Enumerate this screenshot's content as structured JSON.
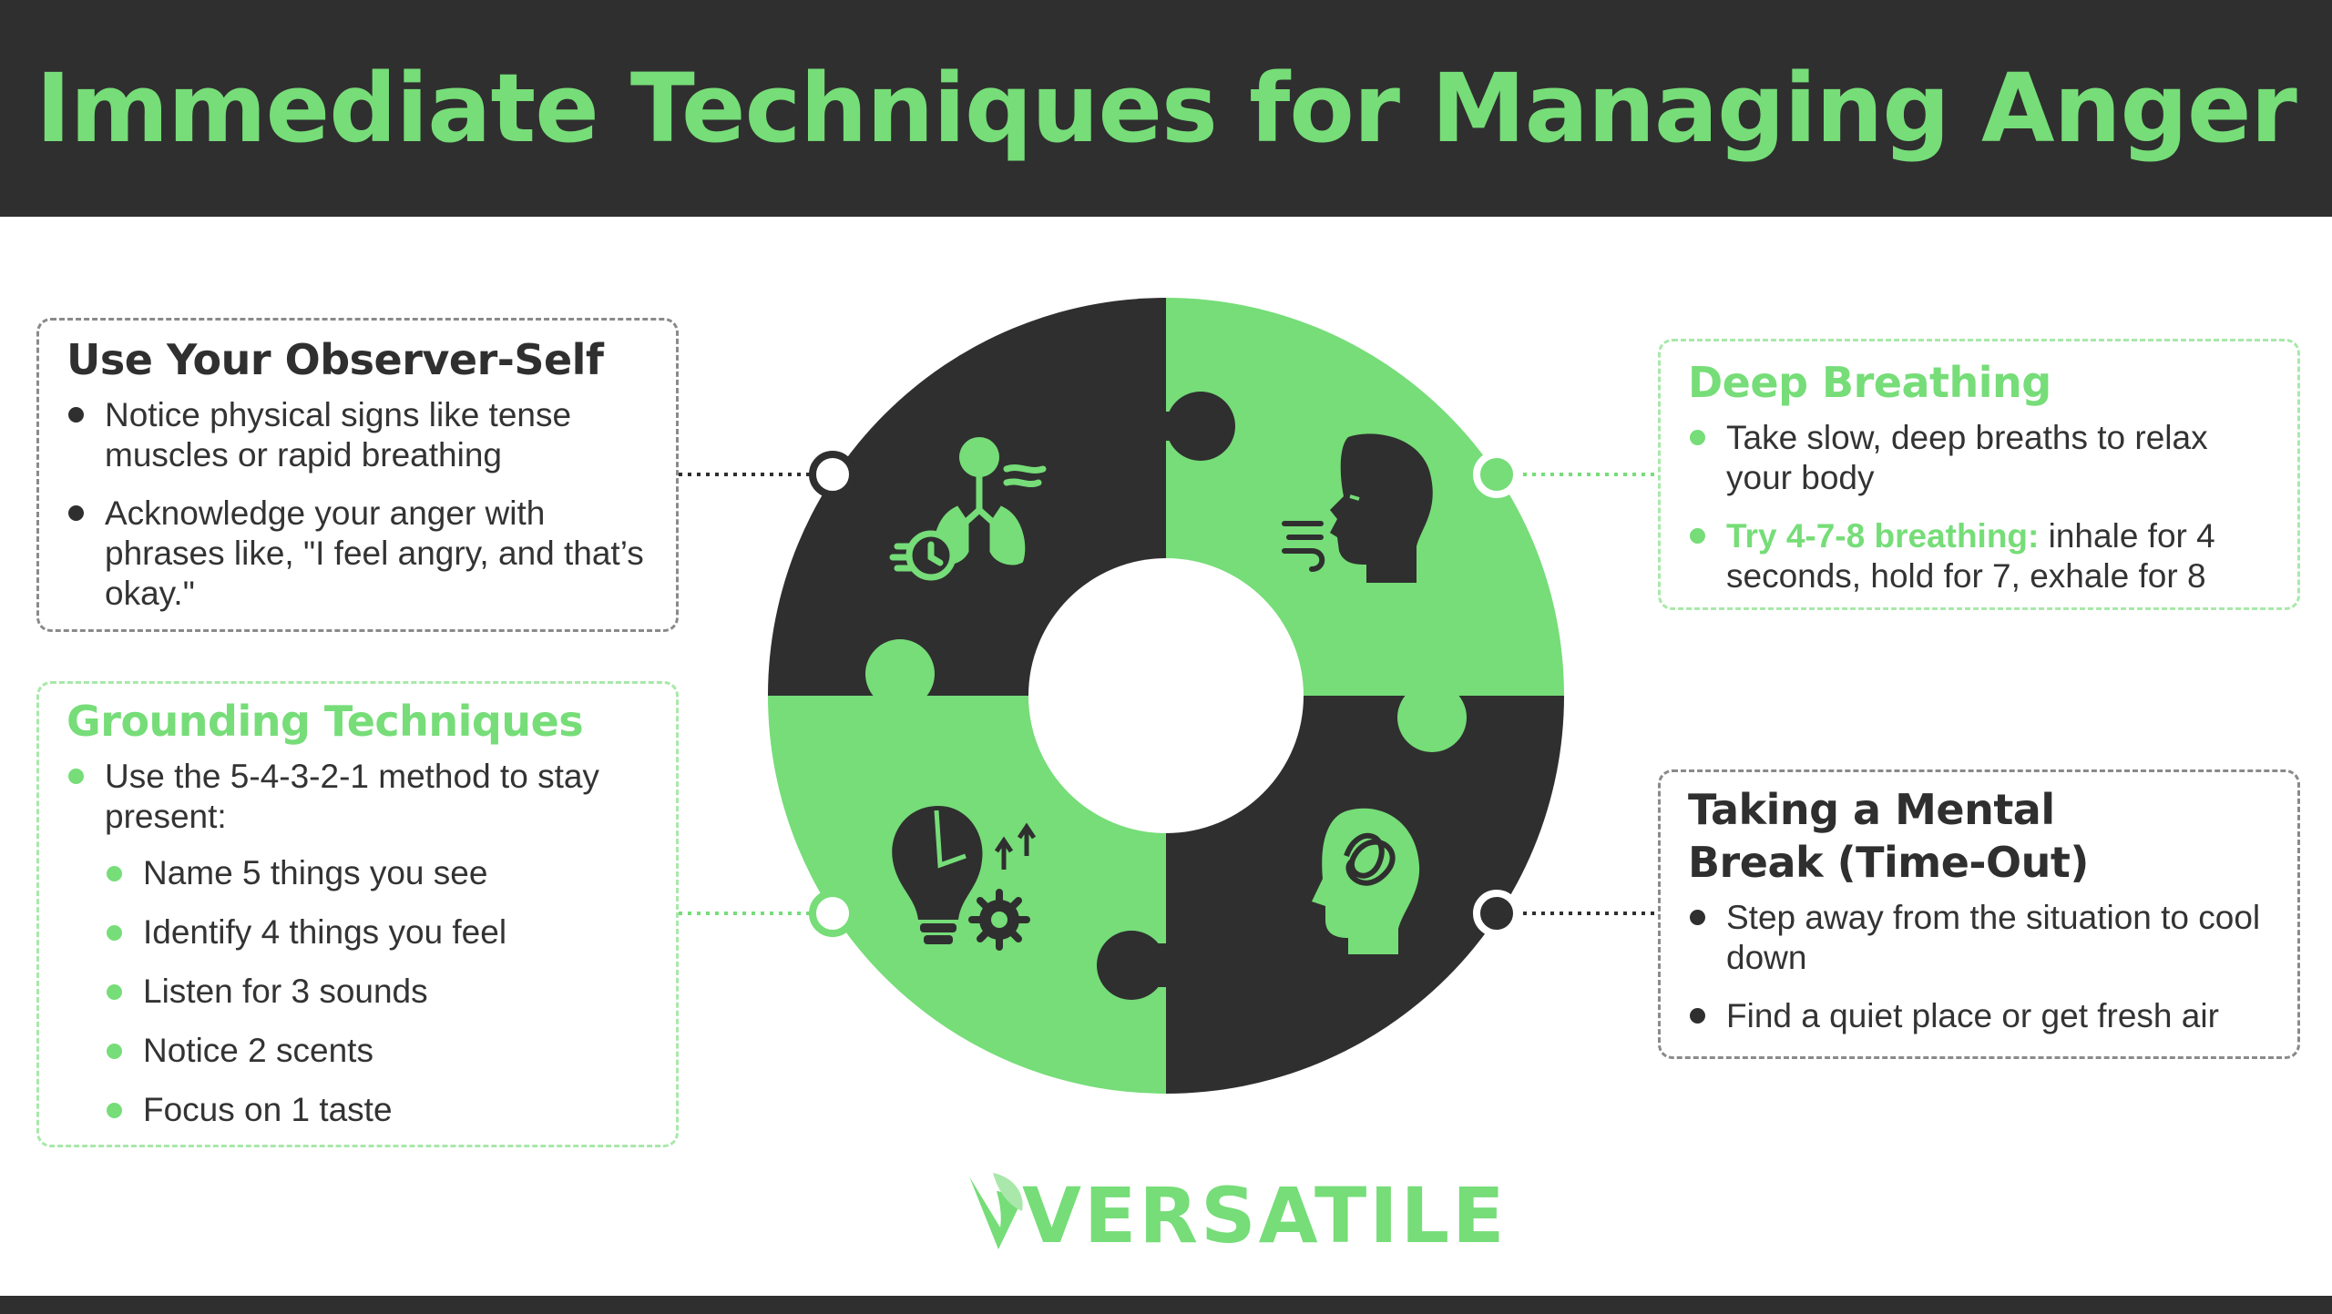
{
  "title": "Immediate Techniques for Managing Anger",
  "colors": {
    "green": "#76dd78",
    "dark": "#2f2f2f",
    "light_green_border": "#a9e8aa"
  },
  "sections": {
    "observer": {
      "title": "Use Your Observer-Self",
      "icon": "lungs-stopwatch-icon",
      "bullets": [
        "Notice physical signs like tense muscles or rapid breathing",
        "Acknowledge your anger with phrases like, \"I feel angry, and that’s okay.\""
      ]
    },
    "breathing": {
      "title": "Deep Breathing",
      "icon": "head-exhale-icon",
      "bullet1": "Take slow, deep breaths to relax your body",
      "bullet2_highlight": "Try 4-7-8 breathing:",
      "bullet2_rest": " inhale for 4 seconds, hold for 7, exhale for 8"
    },
    "grounding": {
      "title": "Grounding Techniques",
      "icon": "lightbulb-gear-icon",
      "intro": "Use the 5-4-3-2-1 method to stay present:",
      "steps": [
        "Name 5 things you see",
        "Identify 4 things you feel",
        "Listen for 3 sounds",
        "Notice 2 scents",
        "Focus on 1 taste"
      ]
    },
    "mental_break": {
      "title": "Taking a Mental Break (Time-Out)",
      "icon": "head-tangled-thoughts-icon",
      "bullets": [
        "Step away from the situation to cool down",
        "Find a quiet place or get fresh air"
      ]
    }
  },
  "logo": {
    "text": "VERSATILE",
    "icon": "leaf-v-logo-icon"
  }
}
